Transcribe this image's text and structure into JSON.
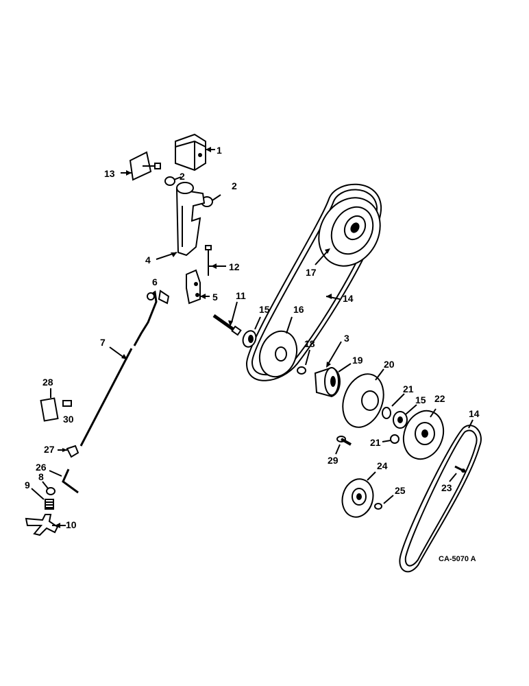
{
  "drawing_code": "CA-5070 A",
  "callouts": [
    "1",
    "2",
    "2",
    "13",
    "4",
    "12",
    "6",
    "5",
    "11",
    "7",
    "15",
    "16",
    "17",
    "14",
    "18",
    "3",
    "19",
    "20",
    "28",
    "30",
    "21",
    "15",
    "22",
    "14",
    "21",
    "29",
    "27",
    "26",
    "8",
    "9",
    "10",
    "24",
    "23",
    "25"
  ],
  "parts": [
    "bracket",
    "bushing",
    "bushing",
    "mounting-plate",
    "lever-arm",
    "bolt",
    "clip",
    "latch-block",
    "pivot-pin",
    "control-rod",
    "bearing",
    "drive-pulley",
    "driven-pulley",
    "belt",
    "spacer",
    "key",
    "hub",
    "pulley-half",
    "decal",
    "decal-small",
    "ball",
    "bearing",
    "idler-pulley",
    "belt",
    "ball",
    "stud",
    "nut",
    "retainer-rod",
    "washer",
    "spring",
    "wing-knob",
    "pulley",
    "screw",
    "set-screw"
  ]
}
